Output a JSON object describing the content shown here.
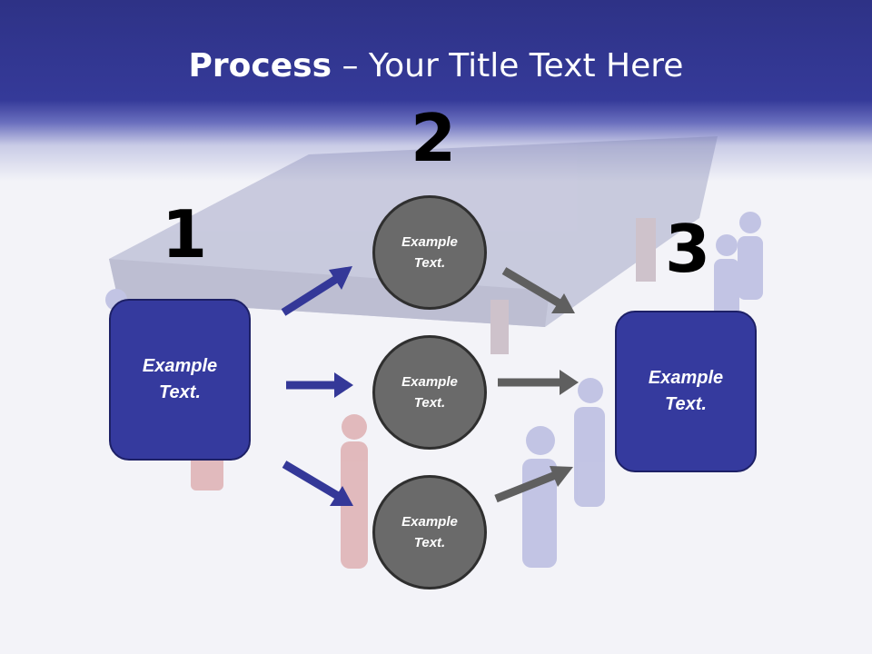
{
  "slide": {
    "title_bold": "Process",
    "title_rest": " – Your Title Text Here",
    "numbers": [
      "1",
      "2",
      "3"
    ],
    "left_box": "Example\nText.",
    "right_box": "Example\nText.",
    "circles": [
      "Example\nText.",
      "Example\nText.",
      "Example\nText."
    ]
  },
  "colors": {
    "header": "#353a99",
    "box": "#353a9e",
    "circle": "#6a6a6a",
    "arrow_blue": "#343898",
    "arrow_gray": "#5f5f5f"
  }
}
